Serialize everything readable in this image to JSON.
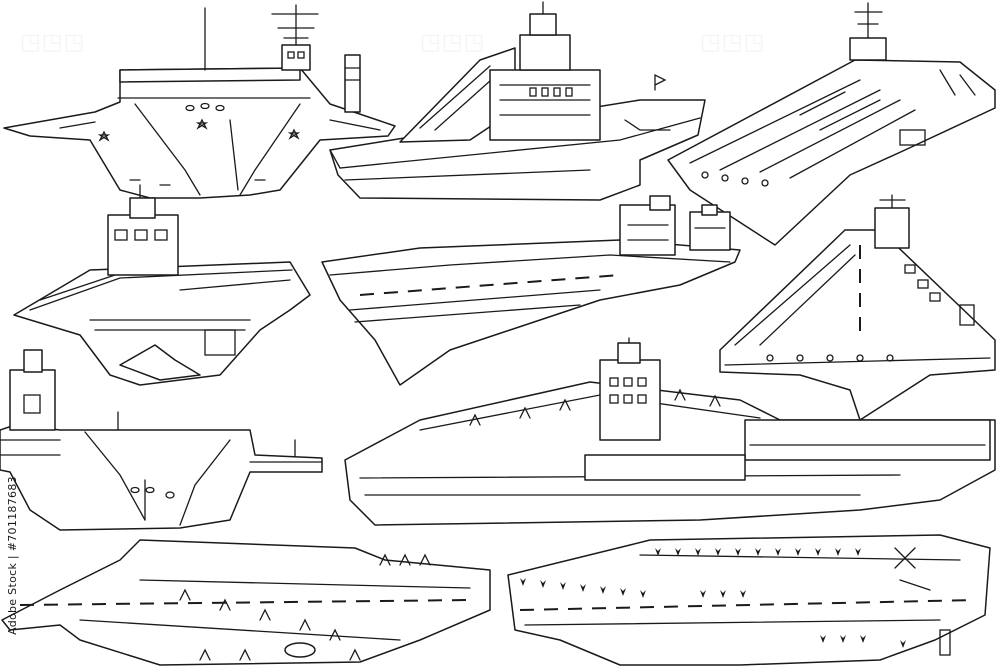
{
  "image": {
    "background": "#ffffff",
    "line_color": "#1a1a1a",
    "style": "black line-art illustration of aircraft carriers",
    "ship_count": 10
  },
  "credit": {
    "text": "Adobe Stock | #701187683"
  },
  "watermark": {
    "logo": "adobe-stock-logo",
    "color": "#c8c8c8"
  }
}
